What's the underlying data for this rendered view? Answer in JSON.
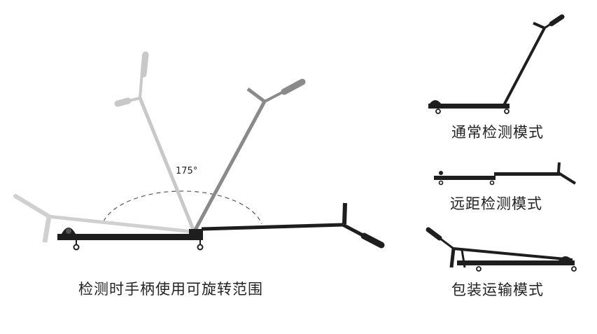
{
  "diagram": {
    "angle_label": "175°",
    "main_caption": "检测时手柄使用可旋转范围",
    "modes": [
      {
        "id": "normal",
        "label": "通常检测模式"
      },
      {
        "id": "far",
        "label": "远距检测模式"
      },
      {
        "id": "pack",
        "label": "包装运输模式"
      }
    ],
    "colors": {
      "dark": "#1e1e1e",
      "mid": "#8a8a8a",
      "light": "#c8c8c8",
      "dashed": "#555555"
    }
  }
}
